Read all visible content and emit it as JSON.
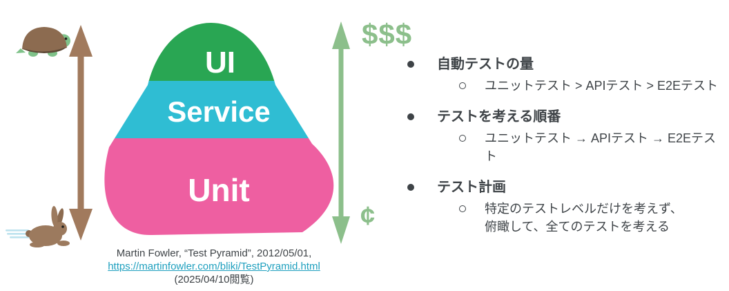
{
  "slide": {
    "background": "#ffffff"
  },
  "pyramid": {
    "levels": [
      {
        "label": "UI",
        "color": "#29A653"
      },
      {
        "label": "Service",
        "color": "#2FBDD3"
      },
      {
        "label": "Unit",
        "color": "#EE5FA1"
      }
    ]
  },
  "speed_axis": {
    "slow_icon": "turtle",
    "fast_icon": "rabbit",
    "arrow_color": "#A17A5D"
  },
  "cost_axis": {
    "expensive_label": "$$$",
    "cheap_label": "¢",
    "arrow_color": "#8CBF8B"
  },
  "citation": {
    "line1": "Martin Fowler, “Test Pyramid”, 2012/05/01,",
    "link": "https://martinfowler.com/bliki/TestPyramid.html",
    "accessed": "(2025/04/10閲覧)",
    "link_color": "#1D9FBE"
  },
  "notes": {
    "text_color": "#3E4347",
    "items": [
      {
        "heading": "自動テストの量",
        "details": [
          "ユニットテスト > APIテスト > E2Eテスト"
        ]
      },
      {
        "heading": "テストを考える順番",
        "details": [
          "ユニットテスト → APIテスト → E2Eテスト"
        ]
      },
      {
        "heading": "テスト計画",
        "details": [
          "特定のテストレベルだけを考えず、",
          "俯瞰して、全てのテストを考える"
        ]
      }
    ]
  }
}
